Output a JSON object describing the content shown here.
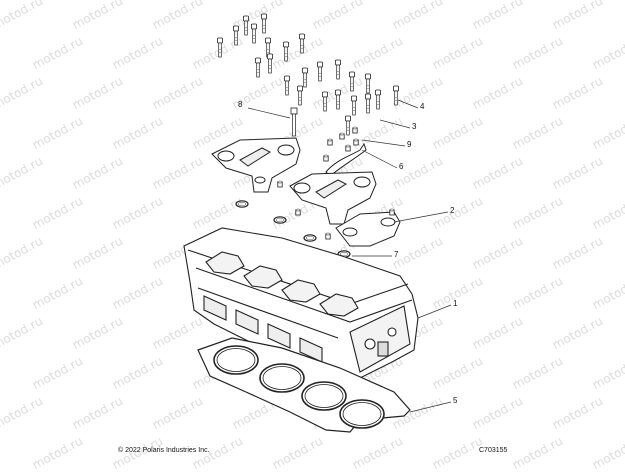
{
  "watermark": "motod.ru",
  "callouts": [
    "8",
    "4",
    "3",
    "9",
    "6",
    "2",
    "7",
    "1",
    "5"
  ],
  "footer": {
    "copyright": "© 2022 Polaris Industries Inc.",
    "figure_code": "C703155"
  }
}
